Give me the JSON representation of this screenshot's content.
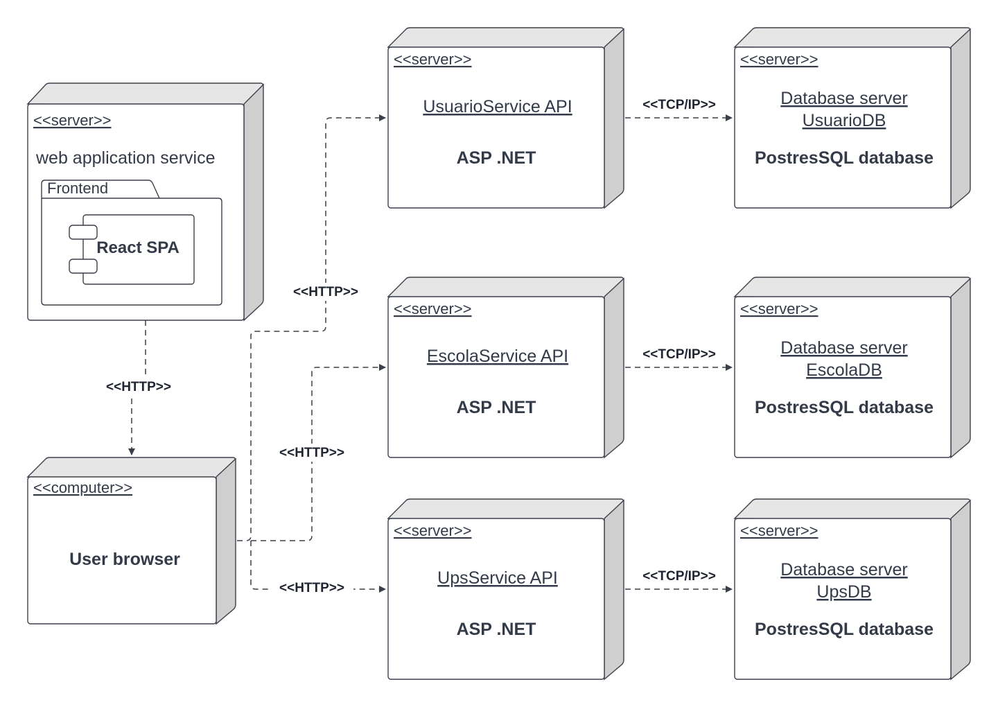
{
  "nodes": {
    "web_app": {
      "stereotype": "<<server>>",
      "title": "web application service",
      "package_label": "Frontend",
      "component_label": "React SPA"
    },
    "browser": {
      "stereotype": "<<computer>>",
      "title": "User browser"
    },
    "usuario_api": {
      "stereotype": "<<server>>",
      "name": "UsuarioService API",
      "tech": "ASP .NET"
    },
    "escola_api": {
      "stereotype": "<<server>>",
      "name": "EscolaService API",
      "tech": "ASP .NET"
    },
    "ups_api": {
      "stereotype": "<<server>>",
      "name": "UpsService API",
      "tech": "ASP .NET"
    },
    "usuario_db": {
      "stereotype": "<<server>>",
      "name_line1": "Database server",
      "name_line2": "UsuarioDB",
      "tech": "PostresSQL database"
    },
    "escola_db": {
      "stereotype": "<<server>>",
      "name_line1": "Database server",
      "name_line2": "EscolaDB",
      "tech": "PostresSQL database"
    },
    "ups_db": {
      "stereotype": "<<server>>",
      "name_line1": "Database server",
      "name_line2": "UpsDB",
      "tech": "PostresSQL database"
    }
  },
  "edges": {
    "web_to_browser": "<<HTTP>>",
    "browser_to_usuario": "<<HTTP>>",
    "browser_to_escola": "<<HTTP>>",
    "browser_to_ups": "<<HTTP>>",
    "usuario_to_db": "<<TCP/IP>>",
    "escola_to_db": "<<TCP/IP>>",
    "ups_to_db": "<<TCP/IP>>"
  },
  "colors": {
    "stroke": "#3a3f4a",
    "text": "#333a48",
    "node_fill": "#ffffff",
    "node_side": "#cfcfcf",
    "node_top": "#e6e6e6"
  }
}
